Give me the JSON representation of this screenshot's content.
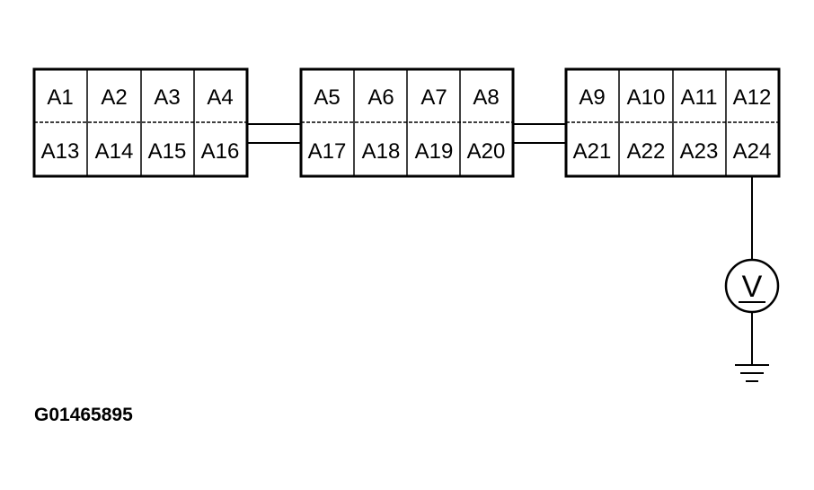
{
  "diagram": {
    "connectors": [
      {
        "top": [
          "A1",
          "A2",
          "A3",
          "A4"
        ],
        "bottom": [
          "A13",
          "A14",
          "A15",
          "A16"
        ]
      },
      {
        "top": [
          "A5",
          "A6",
          "A7",
          "A8"
        ],
        "bottom": [
          "A17",
          "A18",
          "A19",
          "A20"
        ]
      },
      {
        "top": [
          "A9",
          "A10",
          "A11",
          "A12"
        ],
        "bottom": [
          "A21",
          "A22",
          "A23",
          "A24"
        ]
      }
    ],
    "voltmeter_symbol": "V",
    "figure_id": "G01465895"
  }
}
